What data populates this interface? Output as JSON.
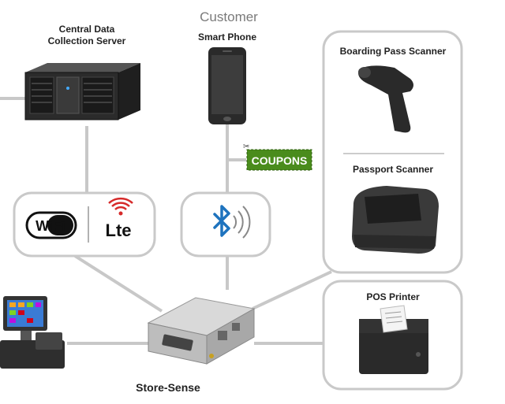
{
  "labels": {
    "server_line1": "Central Data",
    "server_line2": "Collection Server",
    "customer": "Customer",
    "smartphone": "Smart Phone",
    "boarding_scanner": "Boarding Pass Scanner",
    "passport_scanner": "Passport Scanner",
    "pos_printer": "POS Printer",
    "store_sense": "Store-Sense",
    "wifi": "WiFi",
    "lte": "Lte",
    "coupons": "COUPONS"
  },
  "colors": {
    "connector": "#c8c8c8",
    "box_border": "#c9c9c9",
    "bluetooth": "#1e73be",
    "coupon_green": "#4a8c1c",
    "lte_red": "#d62a2a",
    "device_dark": "#2a2a2a"
  }
}
